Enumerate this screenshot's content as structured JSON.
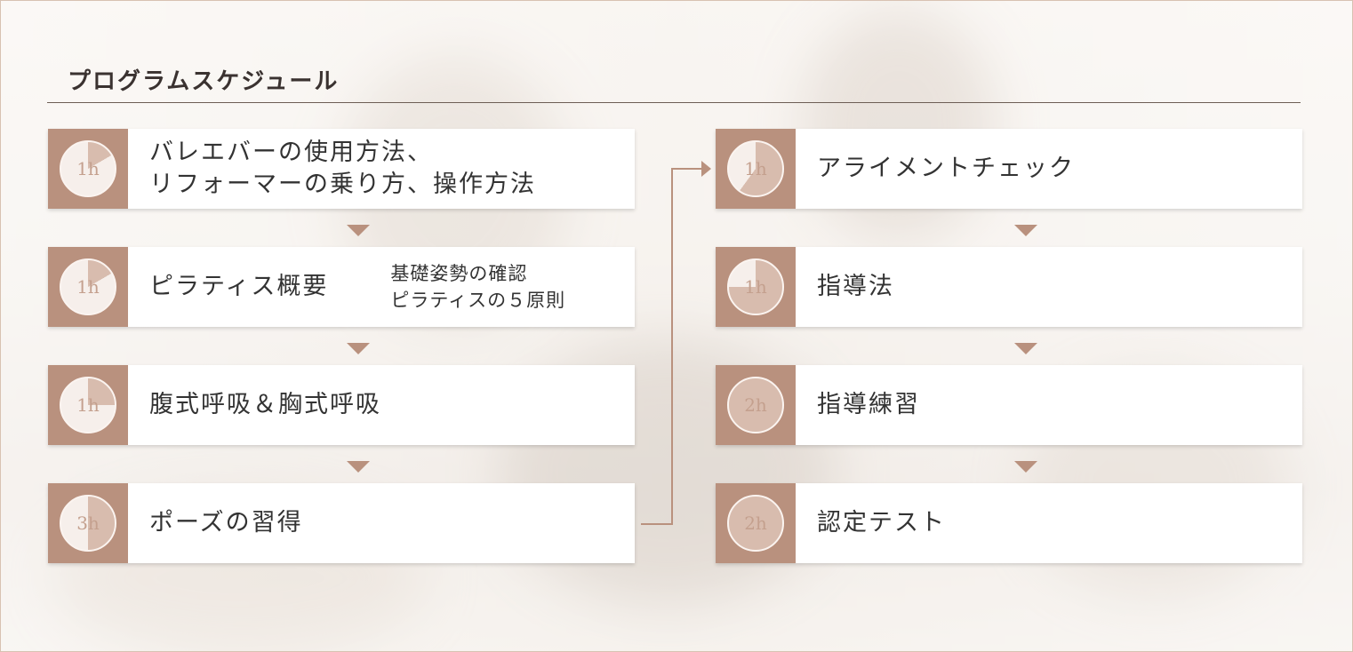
{
  "heading": "プログラムスケジュール",
  "accent_color": "#b9917e",
  "clock_face_color": "#f6efeb",
  "clock_fill_color": "#d8bcae",
  "left_column": [
    {
      "duration": "1h",
      "fraction": 0.1667,
      "title_line1": "バレエバーの使用方法、",
      "title_line2": "リフォーマーの乗り方、操作方法"
    },
    {
      "duration": "1h",
      "fraction": 0.1667,
      "title_line1": "ピラティス概要",
      "sub_line1": "基礎姿勢の確認",
      "sub_line2": "ピラティスの５原則"
    },
    {
      "duration": "1h",
      "fraction": 0.25,
      "title_line1": "腹式呼吸＆胸式呼吸"
    },
    {
      "duration": "3h",
      "fraction": 0.5,
      "title_line1": "ポーズの習得"
    }
  ],
  "right_column": [
    {
      "duration": "1h",
      "fraction": 0.6,
      "title_line1": "アライメントチェック"
    },
    {
      "duration": "1h",
      "fraction": 0.75,
      "title_line1": "指導法"
    },
    {
      "duration": "2h",
      "fraction": 1.0,
      "title_line1": "指導練習"
    },
    {
      "duration": "2h",
      "fraction": 1.0,
      "title_line1": "認定テスト"
    }
  ]
}
